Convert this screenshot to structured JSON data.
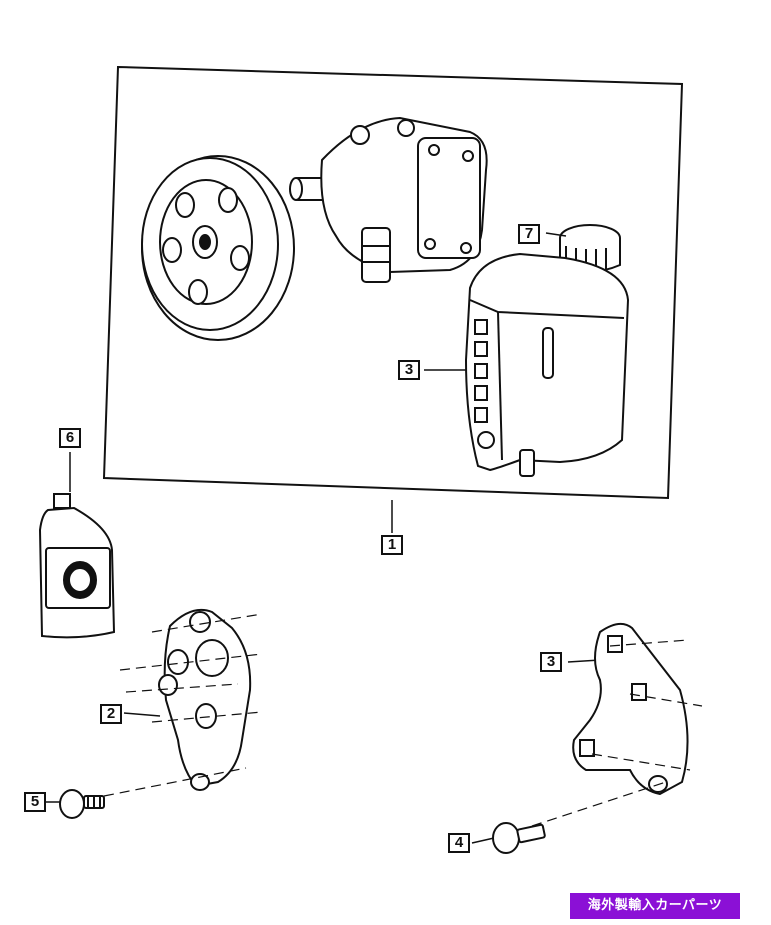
{
  "callouts": {
    "c1": "1",
    "c2": "2",
    "c3_reservoir": "3",
    "c3_bracket": "3",
    "c4": "4",
    "c5": "5",
    "c6": "6",
    "c7": "7"
  },
  "watermark": "海外製輸入カーパーツ",
  "colors": {
    "line": "#111111",
    "badge": "#8b10d6"
  }
}
